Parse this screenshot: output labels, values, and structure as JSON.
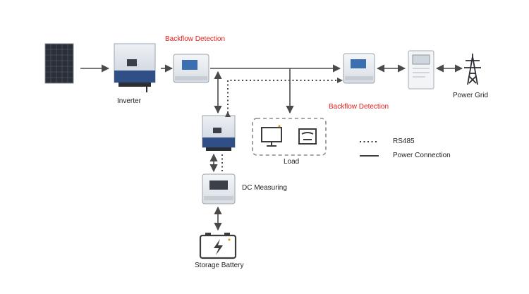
{
  "labels": {
    "inverter": "Inverter",
    "backflow_top": "Backflow Detection",
    "backflow_right": "Backflow Detection",
    "load": "Load",
    "dc_measuring": "DC Measuring",
    "storage_battery": "Storage Battery",
    "power_grid": "Power Grid"
  },
  "legend": {
    "rs485": "RS485",
    "power_connection": "Power Connection"
  },
  "colors": {
    "highlight_text": "#e0201c",
    "line": "#4a4a4a",
    "inverter_blue": "#2f4f86",
    "panel": "#e9ecf0"
  }
}
